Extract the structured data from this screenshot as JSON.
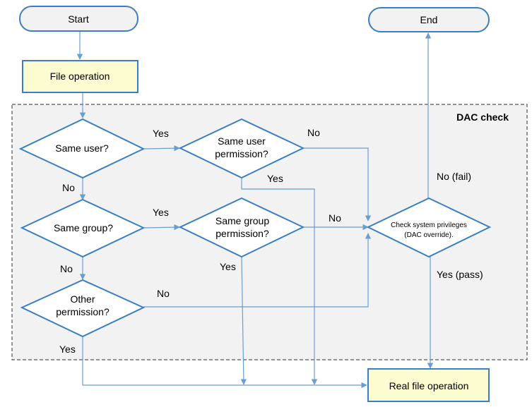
{
  "diagram": {
    "title": "DAC check",
    "nodes": {
      "start": "Start",
      "end": "End",
      "file_operation": "File operation",
      "same_user": "Same user?",
      "same_user_perm_l1": "Same user",
      "same_user_perm_l2": "permission?",
      "same_group": "Same group?",
      "same_group_perm_l1": "Same group",
      "same_group_perm_l2": "permission?",
      "other_perm_l1": "Other",
      "other_perm_l2": "permission?",
      "check_sys_l1": "Check system privileges",
      "check_sys_l2": "(DAC override).",
      "real_file_operation": "Real file operation"
    },
    "edge_labels": {
      "user_yes": "Yes",
      "user_no": "No",
      "user_perm_no": "No",
      "user_perm_yes": "Yes",
      "group_yes": "Yes",
      "group_no": "No",
      "group_perm_no": "No",
      "group_perm_yes": "Yes",
      "other_no": "No",
      "other_yes": "Yes",
      "sys_fail": "No (fail)",
      "sys_pass": "Yes (pass)"
    },
    "colors": {
      "stroke": "#3a7fc1",
      "terminal_fill": "#f2f2f2",
      "process_fill": "#fdfbd0",
      "decision_fill": "#ffffff",
      "region_fill": "#f2f2f2",
      "arrow": "#6a9ed3"
    }
  }
}
